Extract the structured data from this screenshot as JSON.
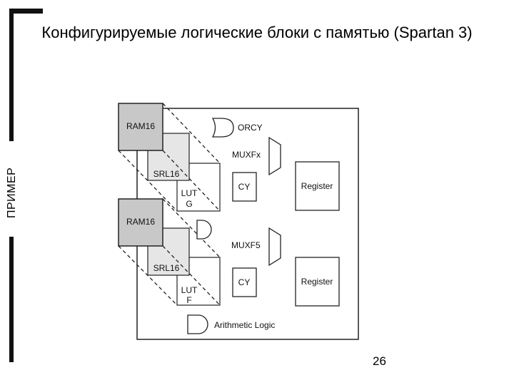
{
  "slide": {
    "title": "Конфигурируемые логические блоки с памятью (Spartan 3)",
    "side_label": "ПРИМЕР",
    "page_number": "26"
  },
  "diagram": {
    "ram_top": "RAM16",
    "srl_top": "SRL16",
    "lut_top_line1": "LUT",
    "lut_top_line2": "G",
    "ram_bottom": "RAM16",
    "srl_bottom": "SRL16",
    "lut_bottom_line1": "LUT",
    "lut_bottom_line2": "F",
    "orcy": "ORCY",
    "muxfx": "MUXFx",
    "muxf5": "MUXF5",
    "cy_top": "CY",
    "cy_bottom": "CY",
    "register_top": "Register",
    "register_bottom": "Register",
    "arithmetic_logic": "Arithmetic Logic"
  }
}
